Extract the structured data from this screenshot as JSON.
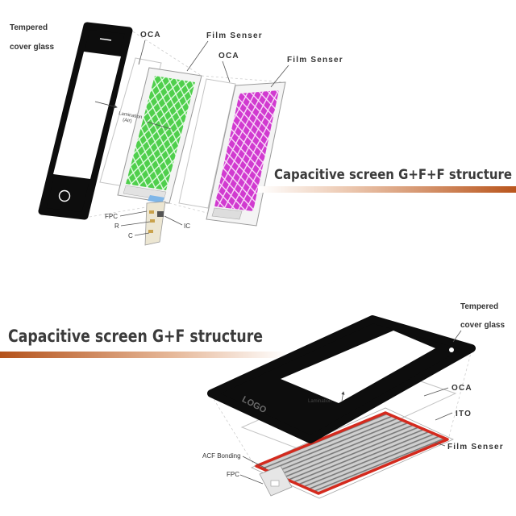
{
  "colors": {
    "caption_accent": "#c0602a",
    "caption_text": "#3b3b3b",
    "cover_glass": "#0d0d0d",
    "green_film": "#4fcf4c",
    "magenta_film": "#d13ad0",
    "sensor_frame": "#d42a1e",
    "sensor_fill": "#c9c9c9"
  },
  "gff": {
    "cover_glass_line1": "Tempered",
    "cover_glass_line2": "cover glass",
    "oca_1": "OCA",
    "film_senser_1": "Film Senser",
    "oca_2": "OCA",
    "film_senser_2": "Film Senser",
    "lamination": "Lamination",
    "lamination_sub": "(Air)",
    "fpc": "FPC",
    "r": "R",
    "c": "C",
    "ic": "IC",
    "caption": "Capacitive screen G+F+F structure"
  },
  "gf": {
    "caption": "Capacitive screen G+F structure",
    "cover_glass_line1": "Tempered",
    "cover_glass_line2": "cover glass",
    "logo": "LOGO",
    "lamination": "Lamination",
    "oca": "OCA",
    "ito": "ITO",
    "film_senser": "Film Senser",
    "acf_bonding": "ACF Bonding",
    "fpc": "FPC"
  }
}
